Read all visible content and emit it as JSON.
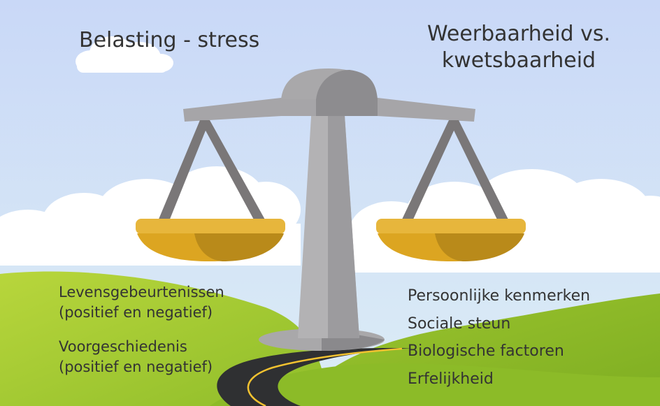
{
  "diagram": {
    "title_left": "Belasting - stress",
    "title_right": [
      "Weerbaarheid vs.",
      "kwetsbaarheid"
    ],
    "left_items": [
      [
        "Levensgebeurtenissen",
        "(positief en negatief)"
      ],
      [
        "Voorgeschiedenis",
        "(positief en negatief)"
      ]
    ],
    "right_items": [
      "Persoonlijke kenmerken",
      "Sociale steun",
      "Biologische factoren",
      "Erfelijkheid"
    ]
  },
  "colors": {
    "sky_top": "#cbdaf7",
    "sky_bottom": "#d9ecf7",
    "cloud": "#ffffff",
    "grass": "#9ac22e",
    "grass_light": "#b4d23a",
    "road": "#2f3032",
    "road_line": "#f2c230",
    "scale_light": "#a9a8aa",
    "scale_dark": "#8a898c",
    "arm": "#7a7778",
    "pan": "#e7b63c",
    "pan_bowl": "#dca521",
    "pan_shadow": "#b98a1a",
    "text": "#333333"
  }
}
